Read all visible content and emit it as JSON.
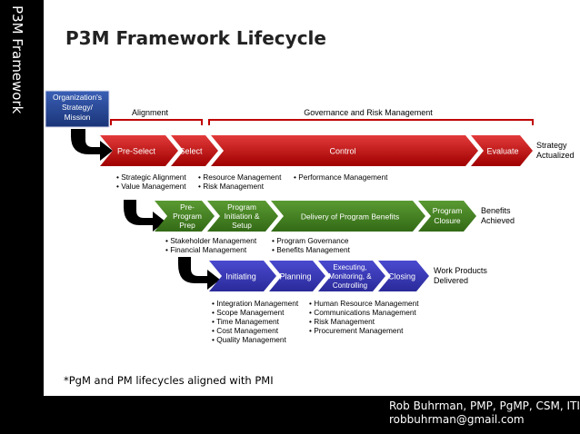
{
  "slide": {
    "side_title": "P3M Framework",
    "title": "P3M Framework Lifecycle",
    "footnote": "*PgM and PM lifecycles aligned with PMI",
    "author": "Rob Buhrman, PMP, PgMP, CSM, ITIL",
    "email": "robbuhrman@gmail.com"
  },
  "diagram": {
    "origin_box": [
      "Organization's",
      "Strategy/",
      "Mission"
    ],
    "alignment_label": "Alignment",
    "governance_label": "Governance and Risk Management",
    "portfolio": {
      "stages": [
        "Pre-Select",
        "Select",
        "Control",
        "Evaluate"
      ],
      "outcome": [
        "Strategy",
        "Actualized"
      ],
      "bullets": [
        "Strategic Alignment",
        "Value Management",
        "Resource Management",
        "Risk Management",
        "Performance Management"
      ]
    },
    "program": {
      "stages": [
        [
          "Pre-",
          "Program",
          "Prep"
        ],
        [
          "Program",
          "Initiation &",
          "Setup"
        ],
        [
          "Delivery of Program Benefits"
        ],
        [
          "Program",
          "Closure"
        ]
      ],
      "outcome": [
        "Benefits",
        "Achieved"
      ],
      "bullets": [
        "Stakeholder Management",
        "Financial Management",
        "Program Governance",
        "Benefits Management"
      ]
    },
    "project": {
      "stages": [
        [
          "Initiating"
        ],
        [
          "Planning"
        ],
        [
          "Executing,",
          "Monitoring, &",
          "Controlling"
        ],
        [
          "Closing"
        ]
      ],
      "outcome": [
        "Work Products",
        "Delivered"
      ],
      "bullets": [
        "Integration Management",
        "Scope Management",
        "Time Management",
        "Cost Management",
        "Quality Management",
        "Human Resource Management",
        "Communications Management",
        "Risk Management",
        "Procurement Management"
      ]
    }
  },
  "colors": {
    "portfolio": "#c00000",
    "program": "#3f7f1f",
    "project": "#3535b5",
    "origin": "#1f3f8f"
  }
}
